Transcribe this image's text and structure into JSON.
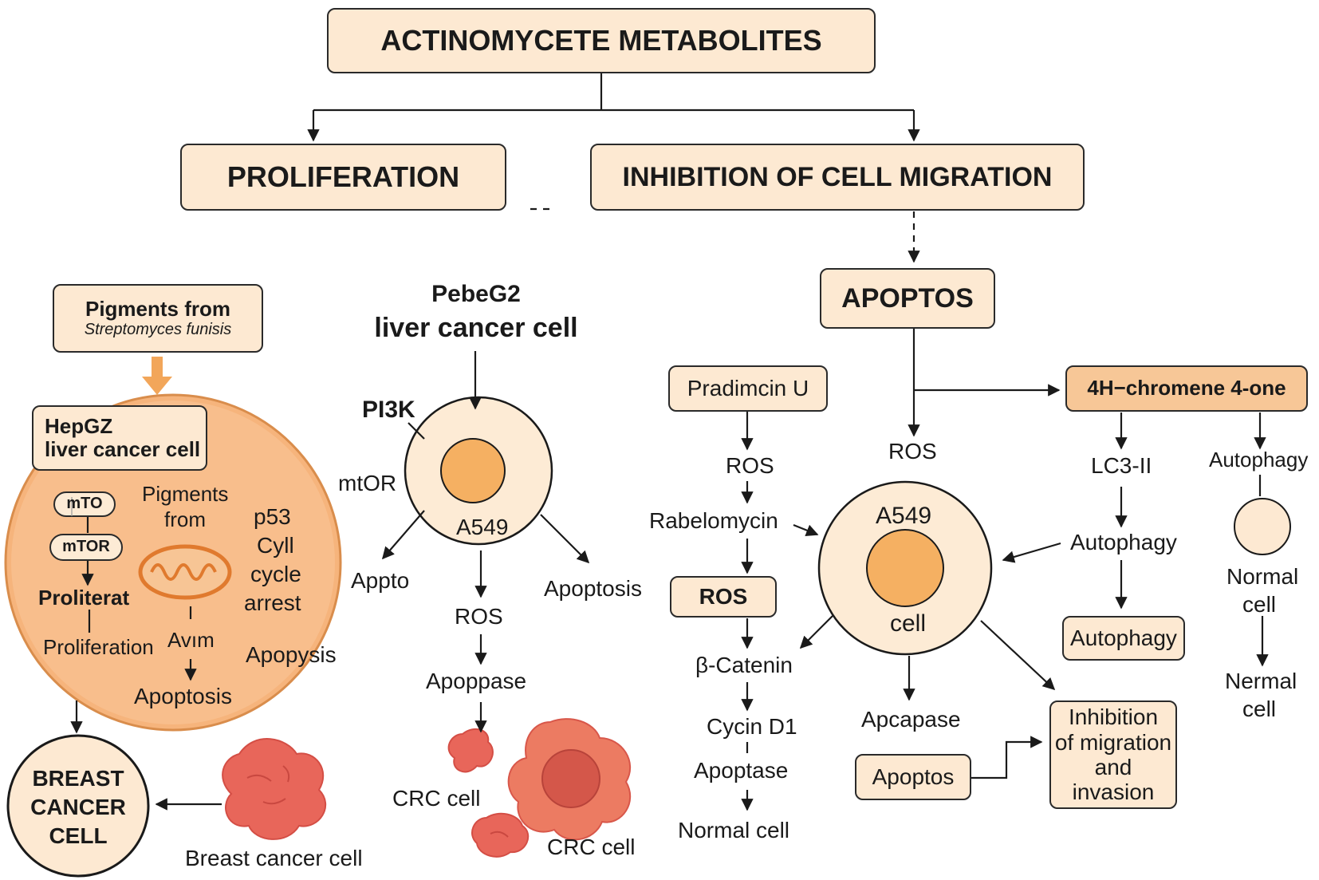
{
  "title": "ACTINOMYCETE METABOLITES",
  "branches": {
    "proliferation": "PROLIFERATION",
    "inhibition": "INHIBITION OF CELL MIGRATION"
  },
  "left": {
    "pigments_box": {
      "line1": "Pigments from",
      "line2": "Streptomyces funisis"
    },
    "hepg2_box": {
      "line1": "HepGZ",
      "line2": "liver cancer cell"
    },
    "cell": {
      "mto": "mTO",
      "mtor": "mTOR",
      "proliterat": "Proliterat",
      "proliferation": "Proliferation",
      "pigments_from": [
        "Pigments",
        "from"
      ],
      "avim": "Avım",
      "apoptosis": "Apoptosis",
      "p53": [
        "p53",
        "Cyll",
        "cycle",
        "arrest"
      ]
    },
    "apopysis": "Apopysis",
    "breast_box": [
      "BREAST",
      "CANCER",
      "CELL"
    ],
    "breast_label": "Breast cancer cell"
  },
  "middle": {
    "title": [
      "PebeG2",
      "liver cancer cell"
    ],
    "pi3k": "PI3K",
    "mtor": "mtOR",
    "cell_label": "A549",
    "appto": "Appto",
    "apoptosis": "Apoptosis",
    "ros": "ROS",
    "apoppase": "Apoppase",
    "crc1": "CRC cell",
    "crc2": "CRC cell"
  },
  "right": {
    "apoptos_box": "APOPTOS",
    "pradimcin_box": "Pradimcin U",
    "chromene_box": "4H−chromene 4-one",
    "ros_top": "ROS",
    "ros_left": "ROS",
    "rabelomycin": "Rabelomycin",
    "ros_box": "ROS",
    "beta_catenin": "β-Catenin",
    "cycin": "Cycin D1",
    "apoptase": "Apoptase",
    "normal_bottom": "Normal cell",
    "cell_top": "A549",
    "cell_bottom": "cell",
    "apcapase": "Apcapase",
    "apoptos_small": "Apoptos",
    "inhibition_box": [
      "Inhibition",
      "of migration",
      "and invasion"
    ],
    "lc3": "LC3-II",
    "autophagy_mid": "Autophagy",
    "autophagy_box": "Autophagy",
    "autophagy_right": "Autophagy",
    "normal_cell": [
      "Normal",
      "cell"
    ],
    "nermal_cell": [
      "Nermal",
      "cell"
    ]
  },
  "colors": {
    "box_fill": "#fde9d2",
    "box_dark": "#f7c797",
    "cell_big": "#f6b47c",
    "cell_pale": "#fdebd5",
    "nucleus": "#f5b062",
    "cancer_red": "#e8665a",
    "orange_arrow": "#f2a65a"
  }
}
